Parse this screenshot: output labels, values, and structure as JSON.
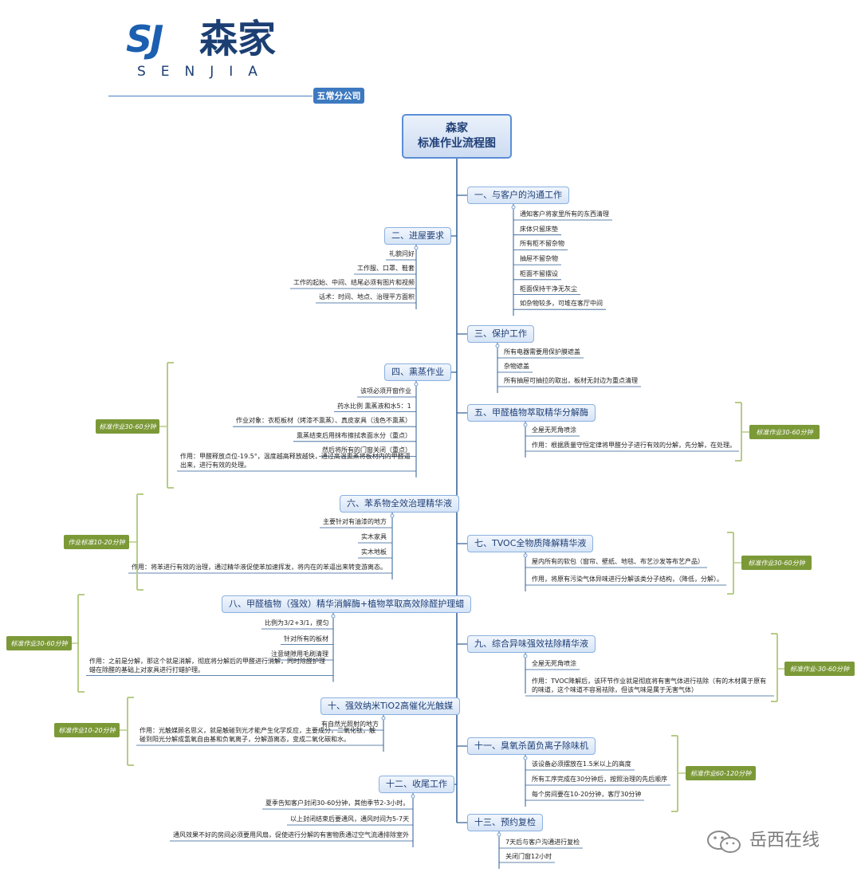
{
  "logo": {
    "mark": "SJ",
    "name_cn": "森家",
    "name_en": "SENJIA"
  },
  "branch": "五常分公司",
  "title": {
    "line1": "森家",
    "line2": "标准作业流程图"
  },
  "watermark": "岳西在线",
  "colors": {
    "node_border": "#8ab0df",
    "node_text": "#1f3f77",
    "connector": "#2e5d94",
    "time_tag": "#7c9938",
    "bracket": "#b7cc86",
    "logo_blue": "#1b5fb0"
  },
  "sections": [
    {
      "id": "s1",
      "label": "一、与客户的沟通工作",
      "items": [
        "通知客户将家里所有的东西清理",
        "床体只留床垫",
        "所有柜不留杂物",
        "抽屉不留杂物",
        "柜面不留摆设",
        "柜面保持干净无灰尘",
        "如杂物较多，可堆在客厅中间"
      ]
    },
    {
      "id": "s2",
      "label": "二、进屋要求",
      "items": [
        "礼貌问好",
        "工作服、口罩、鞋套",
        "工作的起始、中间、结尾必须有图片和视频",
        "话术：时间、地点、治理平方面积"
      ]
    },
    {
      "id": "s3",
      "label": "三、保护工作",
      "items": [
        "所有电器需要用保护膜遮盖",
        "杂物遮盖",
        "所有抽屉可抽拉的取出，板材无封边为重点清理"
      ]
    },
    {
      "id": "s4",
      "label": "四、熏蒸作业",
      "time": "标准作业30-60分钟",
      "items": [
        "该项必须开窗作业",
        "药水比例 熏蒸液和水5：1",
        "作业对象：衣柜板材（烤漆不熏蒸）、真皮家具（浅色不熏蒸）",
        "熏蒸结束后用抹布擦拭表面水分（重点）",
        "然后将所有的门窗关闭（重点）",
        "作用：甲醛释放点位-19.5°，温度越高释放越快，通过高温熏蒸将板材内的甲醛逼出来，进行有效的处理。"
      ]
    },
    {
      "id": "s5",
      "label": "五、甲醛植物萃取精华分解酶",
      "time": "标准作业30-60分钟",
      "items": [
        "全屋无死角喷涂",
        "作用：根据质量守恒定律将甲醛分子进行有效的分解，先分解，在处理。"
      ]
    },
    {
      "id": "s6",
      "label": "六、苯系物全效治理精华液",
      "time": "作业标准10-20分钟",
      "items": [
        "主要针对有油漆的地方",
        "实木家具",
        "实木地板",
        "作用：将苯进行有效的治理，通过精华液促使苯加速挥发，将内在的苯逼出来转变游离态。"
      ]
    },
    {
      "id": "s7",
      "label": "七、TVOC全物质降解精华液",
      "time": "标准作业30-60分钟",
      "items": [
        "屋内所有的软包（窗帘、壁纸、地毯、布艺沙发等布艺产品）",
        "作用，将原有污染气体异味进行分解该类分子结构，（降低，分解）。"
      ]
    },
    {
      "id": "s8",
      "label": "八、甲醛植物（强效）精华消解酶+植物萃取高效除醛护理蜡",
      "time": "标准作业30-60分钟",
      "items": [
        "比例为3/2+3/1，搅匀",
        "针对所有的板材",
        "注意缝隙用毛刷清理",
        "作用：之前是分解，那这个就是消解，彻底将分解后的甲醛进行消解，同时除醛护理蜡在除醛的基础上对家具进行打蜡护理。"
      ]
    },
    {
      "id": "s9",
      "label": "九、综合异味强效祛除精华液",
      "time": "标准作业-30-60分钟",
      "items": [
        "全屋无死角喷涂",
        "作用：TVOC降解后，该环节作业就是彻底将有害气体进行祛除（有的木材属于原有的味道，这个味道不容易祛除，但该气味是属于无害气体）"
      ]
    },
    {
      "id": "s10",
      "label": "十、强效纳米TiO2高催化光触媒",
      "time": "标准作业10-20分钟",
      "items": [
        "有自然光照射的地方",
        "作用：光触媒顾名思义，就是触碰到光才能产生化学反应，主要成分，二氧化钛，触碰到阳光分解成氢氧自由基和负氧离子，分解游离态，变成二氧化碳和水。"
      ]
    },
    {
      "id": "s11",
      "label": "十一、臭氧杀菌负离子除味机",
      "time": "标准作业60-120分钟",
      "items": [
        "该设备必须摆放在1.5米以上的高度",
        "所有工序完成在30分钟后，按照治理的先后顺序",
        "每个房间要在10-20分钟，客厅30分钟"
      ]
    },
    {
      "id": "s12",
      "label": "十二、收尾工作",
      "items": [
        "夏季告知客户封闭30-60分钟，其他季节2-3小时。",
        "以上封闭结束后要通风，通风时间为5-7天",
        "通风效果不好的房间必须要用风扇，促使进行分解的有害物质通过空气流通排除室外"
      ]
    },
    {
      "id": "s13",
      "label": "十三、预约复检",
      "items": [
        "7天后与客户沟通进行复检",
        "关闭门窗12小时"
      ]
    }
  ]
}
